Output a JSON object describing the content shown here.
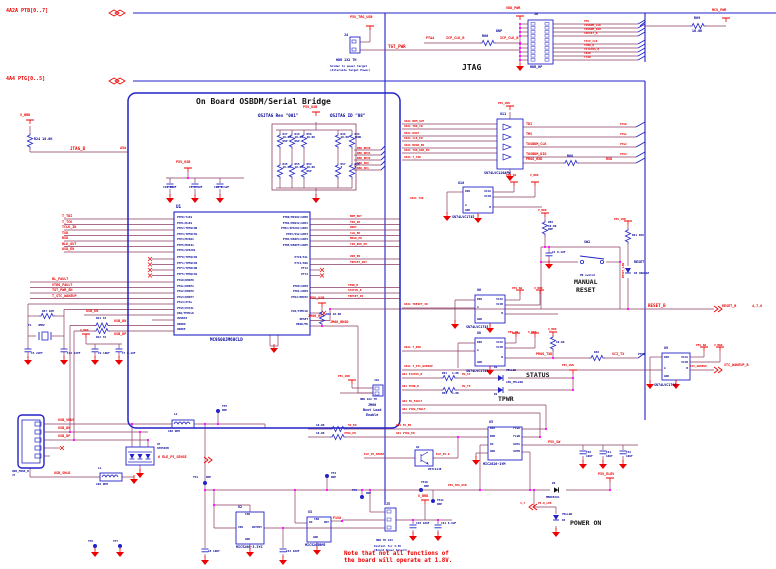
{
  "colors": {
    "wire": "#8d3a63",
    "blue": "#2222c8",
    "red": "#ee0000",
    "navy": "#00009b",
    "magenta": "#ff00ff",
    "black": "#111111"
  },
  "note": {
    "l1": "Note that not all functions of",
    "l2": "the board will operate at 1.8V."
  },
  "bank": {
    "rev": "OSJTAG Rev \"001\"",
    "id": "OSJTAG ID \"08\"",
    "top": [
      "R47",
      "R46",
      "R58",
      "R36",
      "R44"
    ],
    "topv": [
      "10.0K",
      "10.0K",
      "10.0K",
      "10.0K",
      "100K"
    ],
    "topd": [
      "DNP",
      "DNP",
      "",
      "",
      ""
    ],
    "bot": [
      "R45",
      "R55",
      "R59",
      "R57",
      "R56"
    ],
    "botv": [
      "10.0K",
      "10.0K",
      "10.0K",
      "0",
      "0"
    ],
    "botd": [
      "",
      "",
      "DNP",
      "",
      ""
    ],
    "nets": [
      "KBD_REV0",
      "KBD_REV1",
      "KBD_REV2",
      "KBD_ID0",
      "KBD_ID1"
    ]
  },
  "jtag": {
    "right_nets": [
      "TMS",
      "TOSBDM_CLK",
      "TOSBDM_DIO",
      "TRESET_B",
      "TICP_CLK",
      "TPWR_B",
      "TSTATUS_B",
      "TRXD",
      "TTXD"
    ]
  },
  "buffer": {
    "inputs": [
      "A5A1 BDM_OUT",
      "A5A1 TDO_IN",
      "A5A1 DOUT",
      "A5A1 CLK_EN",
      "A5A1 BKGD_EN",
      "A5A1 TXD_RXD_EN",
      "A5A1 T_TXD"
    ],
    "outputs": [
      "TDI",
      "TMS",
      "TOSBDM_CLK",
      "TOSBDM_DIO"
    ],
    "bus": [
      "PTG0",
      "PTG1",
      "PTG2",
      "PTG3"
    ]
  },
  "mcu": {
    "ref": "U1",
    "part": "MC9S08JM60CLD",
    "left_nets": [
      "T_TDI",
      "T_TCK",
      "TCLK_IN",
      "TXD",
      "RXD",
      "BLK_OUT",
      "OSD_EN"
    ],
    "left_pins": [
      "PTE0/TxD1",
      "PTE1/RxD1",
      "PTE2/TPM1CH0",
      "PTE3/TPM1CH1",
      "PTE4/MISO1",
      "PTE5/MOSI1",
      "PTE6/SPSCK1"
    ],
    "left_pins2": [
      "PTF0/TPM1CH2",
      "PTF1/TPM1CH3",
      "PTF4/TPM2CH0",
      "PTF5/TPM2CH1"
    ],
    "left_nets3": [
      "BL_FAULT",
      "VTRG_FAULT",
      "TGT_PWR_EN",
      "T_STC_WAKEUP"
    ],
    "left_pins3": [
      "PTG0/KBIP0",
      "PTG1/KBIP1",
      "PTG2/KBIP6",
      "PTG3/KBIP7",
      "PTG4/XTAL",
      "PTG5/EXTAL",
      "IRQ/TPMCLK"
    ],
    "left_pins4": [
      "VUSB33",
      "USBDN",
      "USBDP"
    ],
    "right_pins": [
      "PTB0/MISO2/ADP0",
      "PTB1/MOSI2/ADP1",
      "PTB2/SPSCK2/ADP2",
      "PTB3/SS2/ADP3",
      "PTB4/KBIP4/ADP4",
      "PTB5/KBIP5/ADP5"
    ],
    "right_nets": [
      "BDM_OUT",
      "TDO_IN",
      "DOUT",
      "CLK_EN",
      "BKGD_EN",
      "TXD_RXD_EN"
    ],
    "right_pins2": [
      "PTC0/SCL",
      "PTC1/SDA",
      "PTC2",
      "PTC4"
    ],
    "right_nets2": [
      "USB_EN",
      "TRESET_OUT"
    ],
    "right_pins3": [
      "PTD0/ADP8",
      "PTD1/ADP9",
      "PTD2/KBIP2"
    ],
    "right_nets3": [
      "TPWR_B",
      "STATUS_B",
      "TRESET_IN"
    ],
    "right_pins4": [
      "PG5/TPMCLK",
      "RESET",
      "BKGD/MS"
    ]
  },
  "L": {
    "bus_ptb": "4A2A PTB[0..7]",
    "bus_ptg": "4A4 PTG[0..5]",
    "v_brd": "V_BRD",
    "p5v_usb": "P5V_USB",
    "p5v_sw": "P5V_SW",
    "p5v_trg_usb": "P5V_TRG_USB",
    "p5v_elev": "P5V_ELEV",
    "vdd_pwr": "VDD_PWR",
    "mcu_pwr": "MCU_PWR",
    "p1v8": "P1V8",
    "r24": "R24 10.0K",
    "jtag_b": "JTAG_B",
    "a5a": "A5A",
    "j4": "J4",
    "hdr1x2": "HDR 1X2 TH",
    "j4n1": "Solder to power target",
    "j4n2": "(Alternate Target Power)",
    "tgt_pwr": "TGT_PWR",
    "pta4": "PTA4",
    "icp_clk_b": "ICP_CLK_B",
    "r66": "R66",
    "dnp": "DNP",
    "j6": "J6",
    "hdr_hp": "HDR_HP",
    "jtag": "JTAG",
    "r69": "R69",
    "k10": "10.0K",
    "k1": "1.0K",
    "title": "On Board OSBDM/Serial Bridge",
    "c11": "C11 10UF",
    "c5": "C5 0.1UF",
    "c10": "C10 0.1UF",
    "u1": "U1",
    "mcu_part": "MC9S08JM60CLD",
    "r26": "R26 10.0K",
    "jm60_rst": "JM60_RST",
    "jm60_bkgd": "JM60_BKGD",
    "usb_en": "USB_EN",
    "y1": "Y1",
    "y1v": "4MHZ",
    "r67": "R67 10M",
    "c3": "C3 22PF",
    "c13": "C13 22PF",
    "c9": "C9 10UF",
    "c7": "C7 0.1UF",
    "usb_dn": "USB_DN",
    "usb_dp": "USB_DP",
    "r21": "R21 33",
    "r22": "R22 33",
    "u11": "U11",
    "buf_part": "SN74LVC126APW",
    "prog_rxd": "PROG_RXD",
    "r68": "R68",
    "rxd": "RXD",
    "u10": "U10",
    "t45": "SN74LVC1T45",
    "txd_in": "A5A1 TXD",
    "u6": "U6",
    "treset_in": "A5A1 TRESET_IN",
    "u8": "U8",
    "t_rxd": "A5A1 T_RXD",
    "prog_txd": "PROG_TXD",
    "r40": "R40",
    "sci_tx": "SCI_TX",
    "pte0": "PTE0",
    "u9": "U9",
    "t_stc": "A5A1 T_STC_WAKEUP",
    "stc_wakeup": "STC_WAKEUP",
    "stc_wakeup_b": "STC_WAKEUP_B",
    "reset_b": "RESET_B",
    "ref478": "4,7,8",
    "r50": "R50",
    "c4": "C4 0.1UF",
    "sw2": "SW2",
    "pbsw": "PB switch",
    "man1": "MANUAL",
    "man2": "RESET",
    "r61": "R61 680",
    "reset": "RESET",
    "d3": "D3 ORANGE",
    "reset_led": "RESET_LED",
    "status_b": "A01 STATUS_B",
    "r51": "R51",
    "pu_st": "PU_ST",
    "d1": "D1",
    "yellow": "YELLOW",
    "status": "STATUS",
    "tpwr_b": "A01 TPWR_B",
    "r52": "R52",
    "pu_tp": "PU_TP",
    "d2": "D2",
    "led_yellow": "LED_YELLOW",
    "tpwr": "TPWR",
    "f5v": "A01 5V_FAULT",
    "fvtrg": "A01 VTRG_FAULT",
    "en5l": "5V_EN",
    "en5": "A01 5V_EN",
    "envtrgl": "VTRG_EN",
    "envtrg": "A01 VTRG_EN",
    "j10": "J10",
    "jm60": "JM60",
    "boot": "Boot Load",
    "enable": "Enable",
    "sense": "ELE_P5_SENSE",
    "sense6": "6  ELE_P5_SENSE",
    "ele_p50": "ELE_P5.0",
    "q1": "Q1",
    "q1p": "PDTC114E",
    "u5": "U5",
    "u5p": "MIC2026-1YM",
    "c30": "C30",
    "c31": "C31",
    "c32": "C32",
    "uf10": "10UF",
    "d6": "D6",
    "d6p": "MBR0520L",
    "ref47": "4,7",
    "p50_led": "P5.0_LED",
    "d4": "D4",
    "power_on": "POWER ON",
    "usb_vbus": "USB_VBUS",
    "usb_shld": "USB_SHLD",
    "usb_mini": "USB_MINI_B",
    "j7": "J7",
    "l1": "L1",
    "l2": "L2",
    "ohm100": "100 OHM",
    "u7": "U7",
    "u7p": "SP0503B",
    "tp1": "TP1",
    "tp4": "TP4",
    "tp5": "TP5",
    "tp6": "TP6",
    "tp7": "TP7",
    "tp9": "TP9",
    "tp10": "TP10",
    "tp11": "TP11",
    "u2": "U2",
    "u2p": "MIC5200-3.3YS",
    "u3": "U3",
    "u3p": "MIC5205BM5",
    "c8": "C8 10UF",
    "c44": "C44 10UF",
    "c40": "C40 10UF",
    "c41": "C41 0.1UF",
    "j5": "J5",
    "hdr1x3": "HDR TH 1X3",
    "j5n1": "Install for 3.3V",
    "j5n2": "(Board Power Select)",
    "dir": "DIR",
    "vcca": "VCCA",
    "vccb": "VCCB",
    "gnd": "GND",
    "pa": "A",
    "pb": "B",
    "ena": "ENA",
    "enb": "ENB",
    "inp": "IN",
    "flga": "FLGA",
    "flgb": "FLGB",
    "outa": "OUTA",
    "outb": "OUTB",
    "tab": "TAB",
    "vin": "VIN",
    "outputp": "OUTPUT",
    "outp": "OUT",
    "inl": "IN"
  }
}
